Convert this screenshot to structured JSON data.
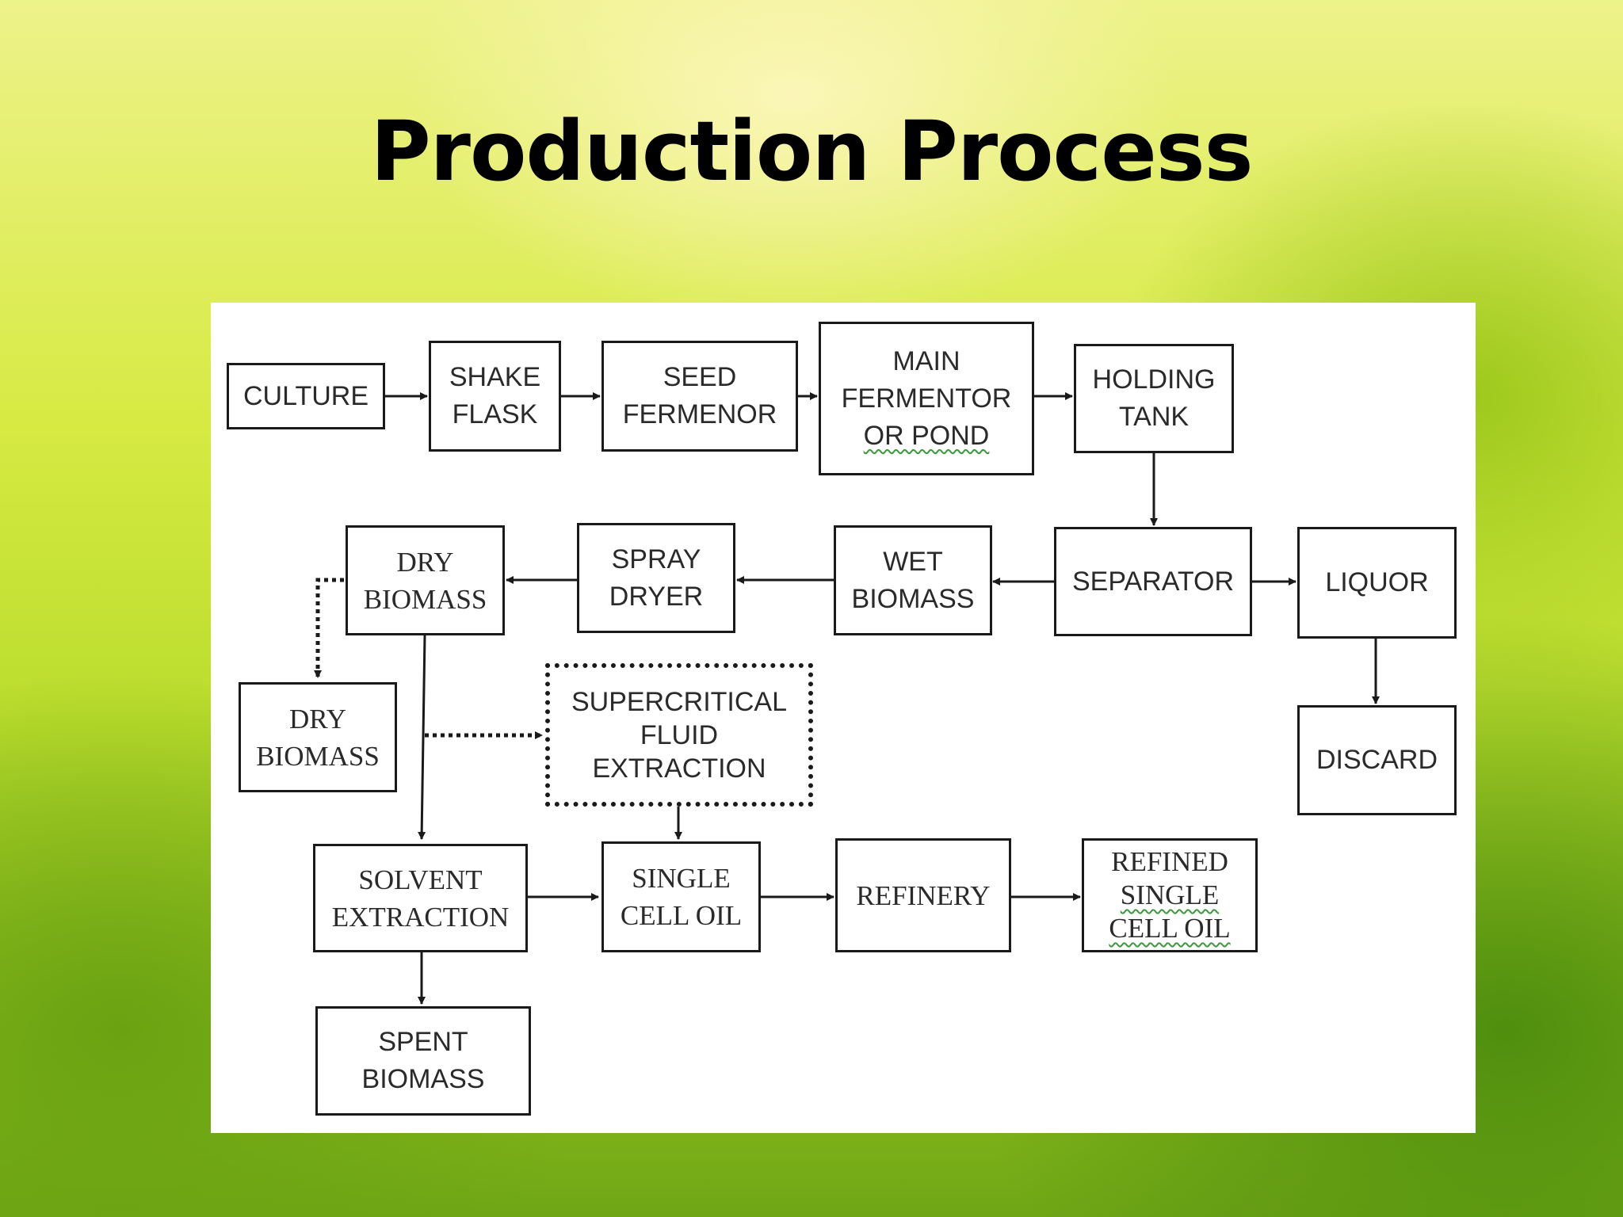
{
  "title": "Production Process",
  "nodes": {
    "culture": [
      "CULTURE"
    ],
    "shake_flask": [
      "SHAKE",
      "FLASK"
    ],
    "seed_fermenor": [
      "SEED",
      "FERMENOR"
    ],
    "main_fermentor": [
      "MAIN",
      "FERMENTOR",
      "OR  POND"
    ],
    "holding_tank": [
      "HOLDING",
      "TANK"
    ],
    "separator": [
      "SEPARATOR"
    ],
    "liquor": [
      "LIQUOR"
    ],
    "discard": [
      "DISCARD"
    ],
    "wet_biomass": [
      "WET",
      "BIOMASS"
    ],
    "spray_dryer": [
      "SPRAY",
      "DRYER"
    ],
    "dry_biomass_top": [
      "DRY",
      "BIOMASS"
    ],
    "dry_biomass_bottom": [
      "DRY",
      "BIOMASS"
    ],
    "supercritical": [
      "SUPERCRITICAL",
      "FLUID",
      "EXTRACTION"
    ],
    "solvent_extraction": [
      "SOLVENT",
      "EXTRACTION"
    ],
    "single_cell_oil": [
      "SINGLE",
      "CELL OIL"
    ],
    "refinery": [
      "REFINERY"
    ],
    "refined_oil": [
      "REFINED",
      "SINGLE",
      "CELL OIL"
    ],
    "spent_biomass": [
      "SPENT",
      "BIOMASS"
    ]
  },
  "edges": [
    {
      "from": "culture",
      "to": "shake_flask",
      "style": "solid"
    },
    {
      "from": "shake_flask",
      "to": "seed_fermenor",
      "style": "solid"
    },
    {
      "from": "seed_fermenor",
      "to": "main_fermentor",
      "style": "solid"
    },
    {
      "from": "main_fermentor",
      "to": "holding_tank",
      "style": "solid"
    },
    {
      "from": "holding_tank",
      "to": "separator",
      "style": "solid"
    },
    {
      "from": "separator",
      "to": "liquor",
      "style": "solid"
    },
    {
      "from": "separator",
      "to": "wet_biomass",
      "style": "solid"
    },
    {
      "from": "liquor",
      "to": "discard",
      "style": "solid"
    },
    {
      "from": "wet_biomass",
      "to": "spray_dryer",
      "style": "solid"
    },
    {
      "from": "spray_dryer",
      "to": "dry_biomass_top",
      "style": "solid"
    },
    {
      "from": "dry_biomass_top",
      "to": "dry_biomass_bottom",
      "style": "dotted"
    },
    {
      "from": "dry_biomass_top",
      "to": "solvent_extraction",
      "style": "solid"
    },
    {
      "from": "dry_biomass_top",
      "to": "supercritical",
      "style": "dotted"
    },
    {
      "from": "supercritical",
      "to": "single_cell_oil",
      "style": "solid"
    },
    {
      "from": "solvent_extraction",
      "to": "single_cell_oil",
      "style": "solid"
    },
    {
      "from": "solvent_extraction",
      "to": "spent_biomass",
      "style": "solid"
    },
    {
      "from": "single_cell_oil",
      "to": "refinery",
      "style": "solid"
    },
    {
      "from": "refinery",
      "to": "refined_oil",
      "style": "solid"
    }
  ]
}
